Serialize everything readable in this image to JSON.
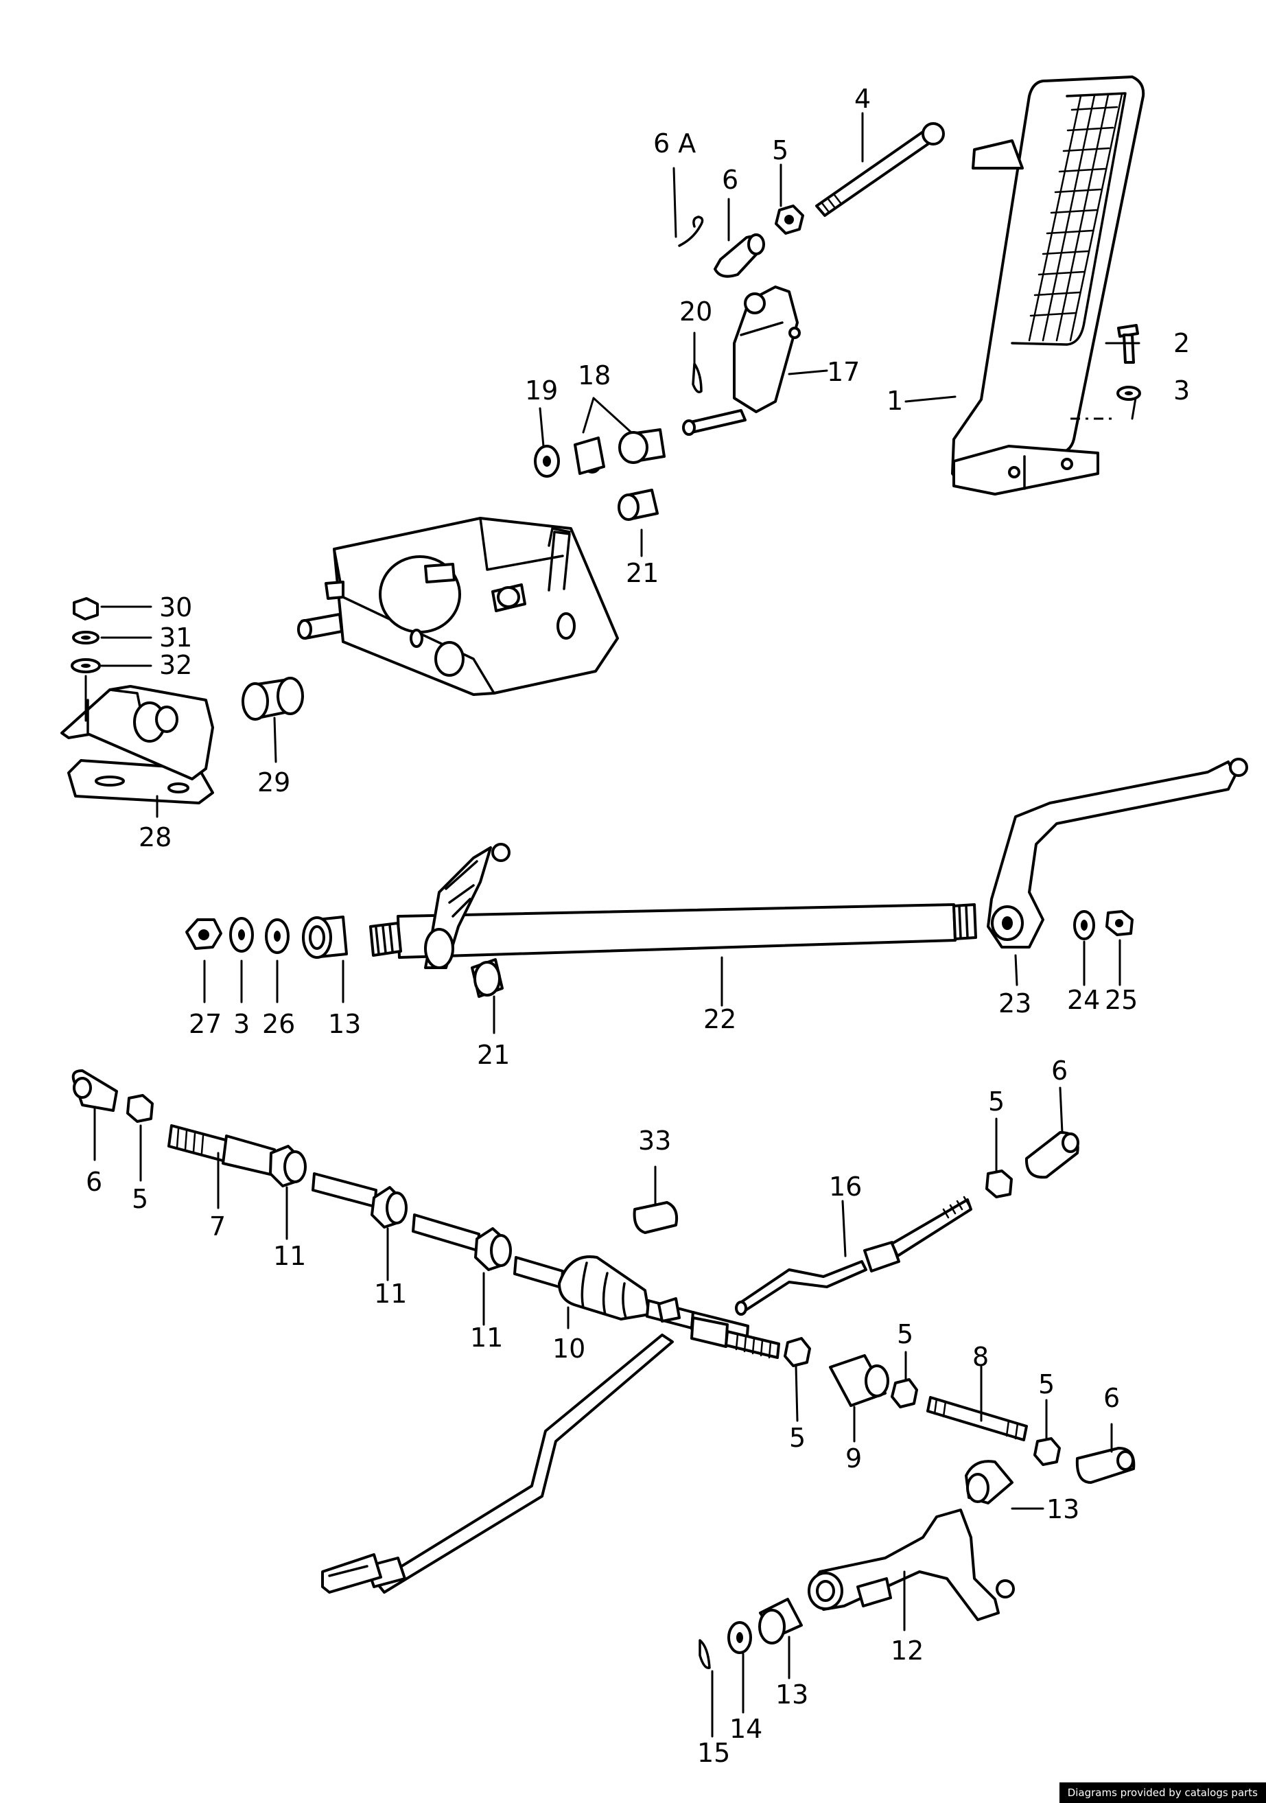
{
  "credit": "Diagrams provided by catalogs parts",
  "callouts": {
    "c1": "1",
    "c2": "2",
    "c3a": "3",
    "c3b": "3",
    "c4": "4",
    "c5a": "5",
    "c5b": "5",
    "c5c": "5",
    "c5d": "5",
    "c5e": "5",
    "c5f": "5",
    "c6A": "6 A",
    "c6a": "6",
    "c6b": "6",
    "c6c": "6",
    "c6d": "6",
    "c7": "7",
    "c8": "8",
    "c9": "9",
    "c10": "10",
    "c11a": "11",
    "c11b": "11",
    "c11c": "11",
    "c12": "12",
    "c13a": "13",
    "c13b": "13",
    "c13c": "13",
    "c14": "14",
    "c15": "15",
    "c16": "16",
    "c17": "17",
    "c18": "18",
    "c19": "19",
    "c20": "20",
    "c21a": "21",
    "c21b": "21",
    "c22": "22",
    "c23": "23",
    "c24": "24",
    "c25": "25",
    "c26": "26",
    "c27": "27",
    "c28": "28",
    "c29": "29",
    "c30": "30",
    "c31": "31",
    "c32": "32",
    "c33": "33"
  }
}
